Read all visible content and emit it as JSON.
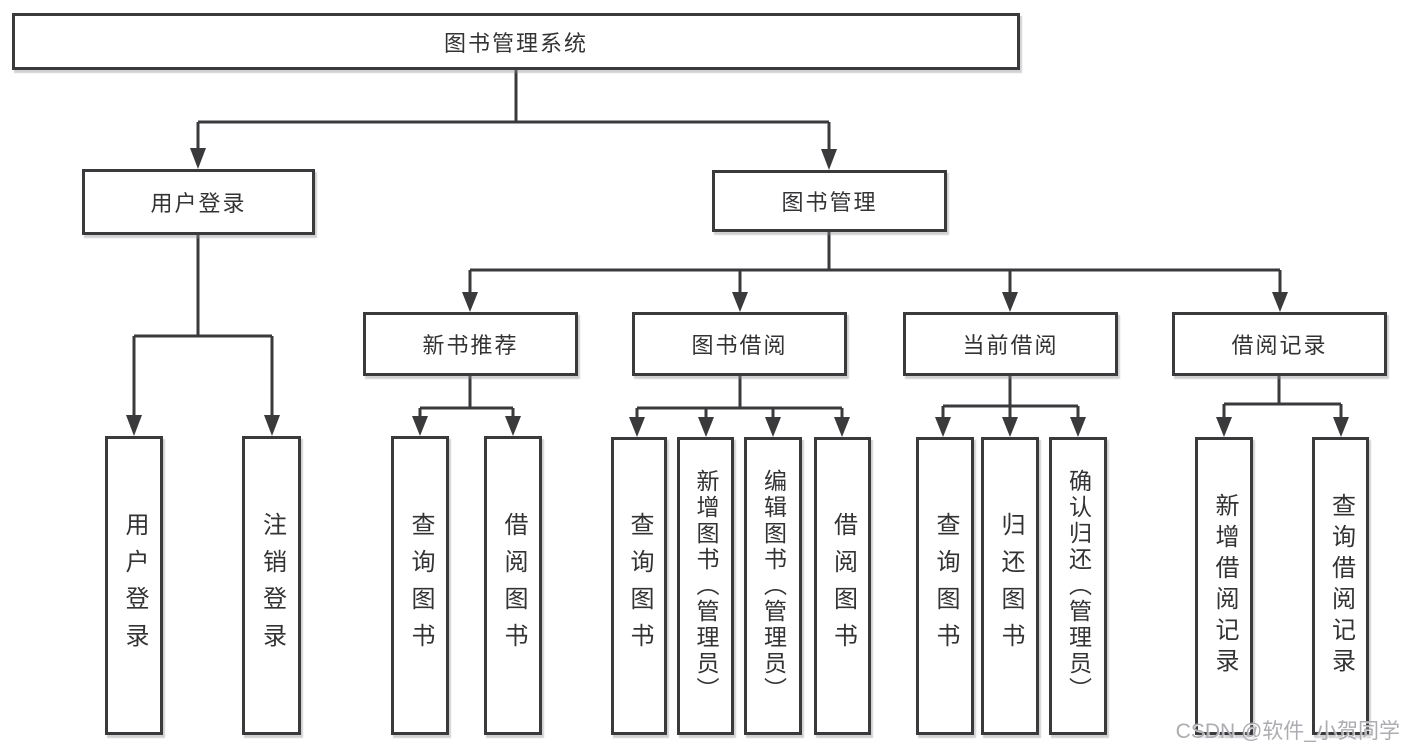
{
  "diagram": {
    "root": {
      "label": "图书管理系统"
    },
    "branches": [
      {
        "label": "用户登录",
        "children": [
          {
            "label": "用户登录"
          },
          {
            "label": "注销登录"
          }
        ]
      },
      {
        "label": "图书管理",
        "children": [
          {
            "label": "新书推荐",
            "children": [
              {
                "label": "查询图书"
              },
              {
                "label": "借阅图书"
              }
            ]
          },
          {
            "label": "图书借阅",
            "children": [
              {
                "label": "查询图书"
              },
              {
                "label": "新增图书（管理员）"
              },
              {
                "label": "编辑图书（管理员）"
              },
              {
                "label": "借阅图书"
              }
            ]
          },
          {
            "label": "当前借阅",
            "children": [
              {
                "label": "查询图书"
              },
              {
                "label": "归还图书"
              },
              {
                "label": "确认归还（管理员）"
              }
            ]
          },
          {
            "label": "借阅记录",
            "children": [
              {
                "label": "新增借阅记录"
              },
              {
                "label": "查询借阅记录"
              }
            ]
          }
        ]
      }
    ]
  },
  "colors": {
    "line": "#3a3a3c",
    "text": "#333336",
    "watermark": "#a8a8ae"
  },
  "watermark": "CSDN @软件_小贺同学"
}
